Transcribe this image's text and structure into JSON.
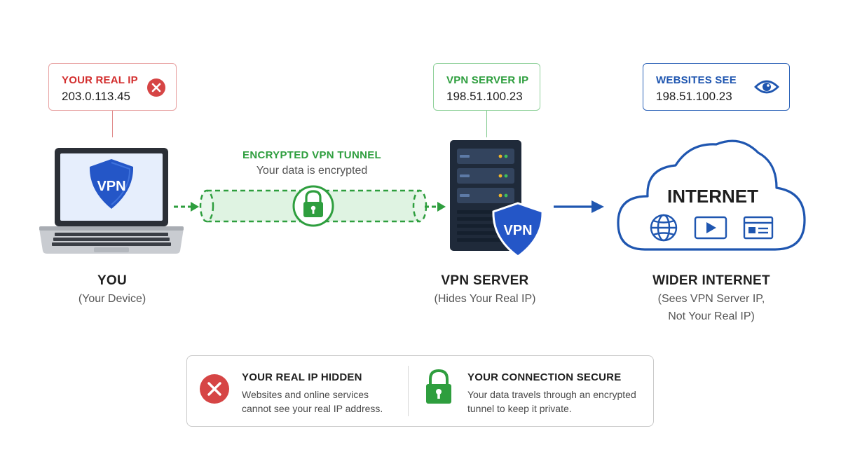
{
  "colors": {
    "red": "#d32f2f",
    "green": "#2e9e3e",
    "blue": "#1f56b0",
    "shield_blue": "#2456c7"
  },
  "real_ip_box": {
    "label": "YOUR REAL IP",
    "value": "203.0.113.45",
    "icon": "x-circle-icon"
  },
  "server_ip_box": {
    "label": "VPN SERVER IP",
    "value": "198.51.100.23"
  },
  "websites_box": {
    "label": "WEBSITES SEE",
    "value": "198.51.100.23",
    "icon": "eye-icon"
  },
  "tunnel": {
    "title": "ENCRYPTED VPN TUNNEL",
    "subtitle": "Your data is encrypted",
    "icon": "lock-icon"
  },
  "device": {
    "shield_text": "VPN",
    "title": "YOU",
    "subtitle": "(Your Device)",
    "icon": "laptop-icon"
  },
  "server": {
    "shield_text": "VPN",
    "title": "VPN SERVER",
    "subtitle": "(Hides Your Real IP)",
    "icon": "server-icon"
  },
  "internet": {
    "cloud_text": "INTERNET",
    "title": "WIDER INTERNET",
    "subtitle_line1": "(Sees VPN Server IP,",
    "subtitle_line2": "Not Your Real IP)",
    "icons": [
      "globe-icon",
      "video-play-icon",
      "web-page-icon"
    ]
  },
  "summary": {
    "left": {
      "title": "YOUR REAL IP HIDDEN",
      "line1": "Websites and online services",
      "line2": "cannot see your real IP address.",
      "icon": "x-circle-icon"
    },
    "right": {
      "title": "YOUR CONNECTION SECURE",
      "line1": "Your data travels through an encrypted",
      "line2": "tunnel to keep it private.",
      "icon": "lock-icon"
    }
  }
}
